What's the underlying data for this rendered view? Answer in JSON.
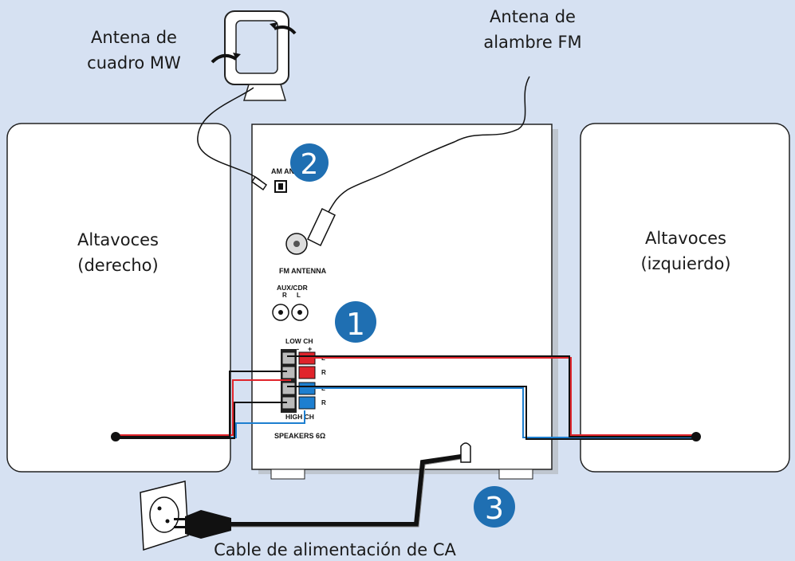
{
  "labels": {
    "am_antenna_title": [
      "Antena de",
      "cuadro MW"
    ],
    "fm_antenna_title": [
      "Antena de",
      "alambre FM"
    ],
    "speaker_right": [
      "Altavoces",
      "(derecho)"
    ],
    "speaker_left": [
      "Altavoces",
      "(izquierdo)"
    ],
    "ac_cable": "Cable de alimentación de CA"
  },
  "panel": {
    "am_antenna": "AM ANTENNA",
    "fm_antenna": "FM ANTENNA",
    "aux_cdr": "AUX/CDR",
    "aux_r": "R",
    "aux_l": "L",
    "low_ch": "LOW CH",
    "high_ch": "HIGH CH",
    "speakers": "SPEAKERS 6Ω",
    "minus": "-",
    "plus": "+",
    "term_l": "L",
    "term_r": "R"
  },
  "steps": [
    "1",
    "2",
    "3"
  ],
  "colors": {
    "background": "#d6e1f2",
    "step_badge": "#1f6fb2",
    "positive_wire": "#e0242b",
    "negative_wire": "#1d7fd0",
    "terminal_red": "#e0242b",
    "terminal_blue": "#1d7fd0"
  }
}
